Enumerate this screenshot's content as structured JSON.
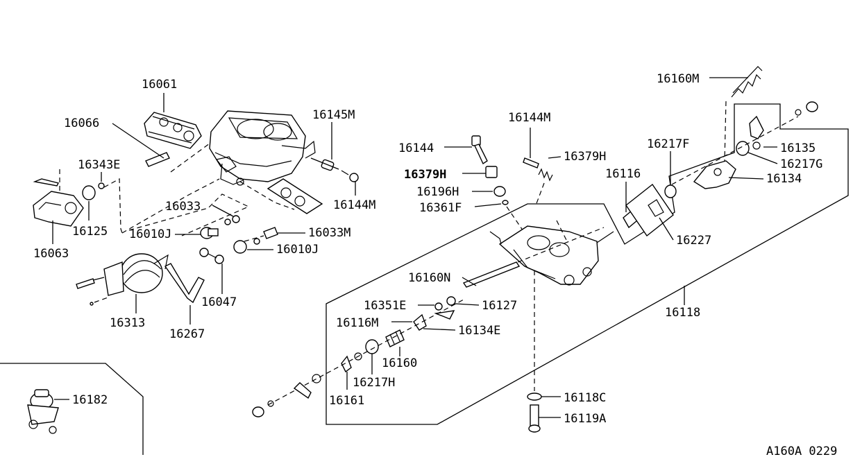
{
  "diagram": {
    "code": "A160A 0229",
    "labels": {
      "p16061": "16061",
      "p16066": "16066",
      "p16343E": "16343E",
      "p16125": "16125",
      "p16063": "16063",
      "p16033": "16033",
      "p16010J_a": "16010J",
      "p16145M": "16145M",
      "p16144M_a": "16144M",
      "p16033M": "16033M",
      "p16010J_b": "16010J",
      "p16047": "16047",
      "p16313": "16313",
      "p16267": "16267",
      "p16182": "16182",
      "p16144M_b": "16144M",
      "p16144": "16144",
      "p16379H_a": "16379H",
      "p16379H_b": "16379H",
      "p16196H": "16196H",
      "p16361F": "16361F",
      "p16160M": "16160M",
      "p16217F": "16217F",
      "p16116": "16116",
      "p16135": "16135",
      "p16217G": "16217G",
      "p16134": "16134",
      "p16227": "16227",
      "p16118": "16118",
      "p16160N": "16160N",
      "p16351E": "16351E",
      "p16127": "16127",
      "p16116M": "16116M",
      "p16134E": "16134E",
      "p16160": "16160",
      "p16217H": "16217H",
      "p16161": "16161",
      "p16118C": "16118C",
      "p16119A": "16119A"
    }
  }
}
